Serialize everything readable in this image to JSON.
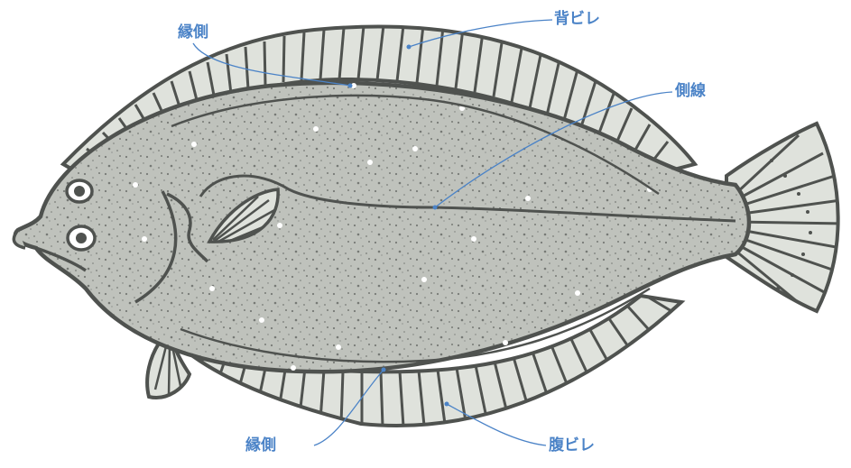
{
  "labels": {
    "dorsal_fin": "背ビレ",
    "fringe_top": "縁側",
    "lateral_line": "側線",
    "fringe_bottom": "縁側",
    "anal_fin": "腹ビレ"
  },
  "colors": {
    "leader": "#4b83c7",
    "outline": "#4f524f",
    "body": "#bfc2bc",
    "fin": "#dfe2dc",
    "background": "#ffffff"
  }
}
